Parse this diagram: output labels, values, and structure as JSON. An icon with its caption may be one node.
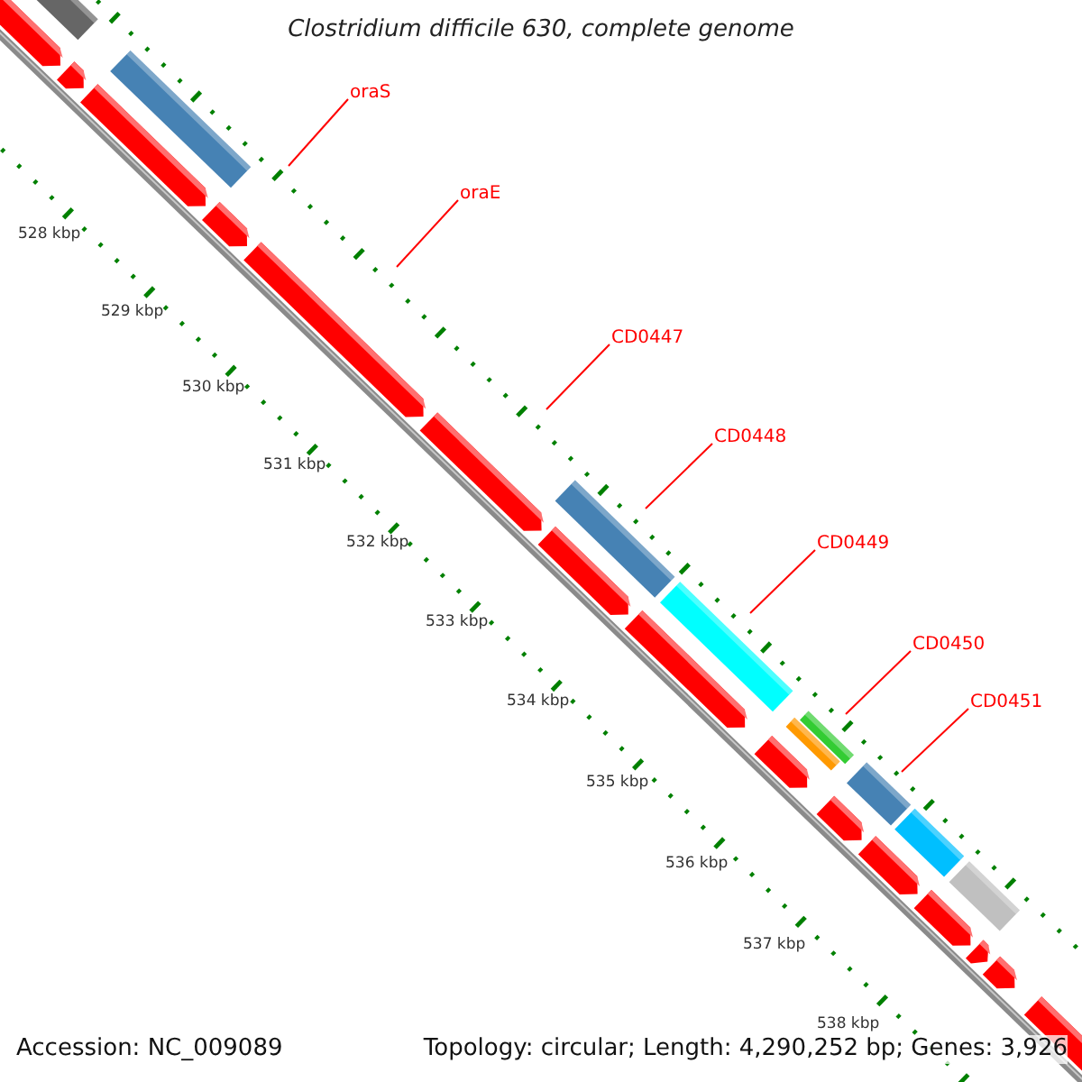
{
  "diagram": {
    "title": "Clostridium difficile 630, complete genome",
    "nodes": [
      {
        "text": [
          "oraS"
        ]
      },
      {
        "text": [
          "oraE"
        ]
      },
      {
        "text": [
          "CD0447"
        ]
      },
      {
        "text": [
          "CD0448"
        ]
      },
      {
        "text": [
          "CD0449"
        ]
      },
      {
        "text": [
          "CD0450"
        ]
      },
      {
        "text": [
          "CD0451"
        ]
      }
    ],
    "edges": [
      {
        "from": 0,
        "to": null,
        "arrow": "none"
      },
      {
        "from": 1,
        "to": null,
        "arrow": "none"
      },
      {
        "from": 2,
        "to": null,
        "arrow": "none"
      },
      {
        "from": 3,
        "to": null,
        "arrow": "none"
      },
      {
        "from": 4,
        "to": null,
        "arrow": "none"
      },
      {
        "from": 5,
        "to": null,
        "arrow": "none"
      },
      {
        "from": 6,
        "to": null,
        "arrow": "none"
      }
    ],
    "labels": [
      "528 kbp",
      "529 kbp",
      "530 kbp",
      "531 kbp",
      "532 kbp",
      "533 kbp",
      "534 kbp",
      "535 kbp",
      "536 kbp",
      "537 kbp",
      "538 kbp",
      "Accession: NC_009089",
      "Topology: circular; Length: 4,290,252 bp; Genes: 3,926"
    ]
  }
}
